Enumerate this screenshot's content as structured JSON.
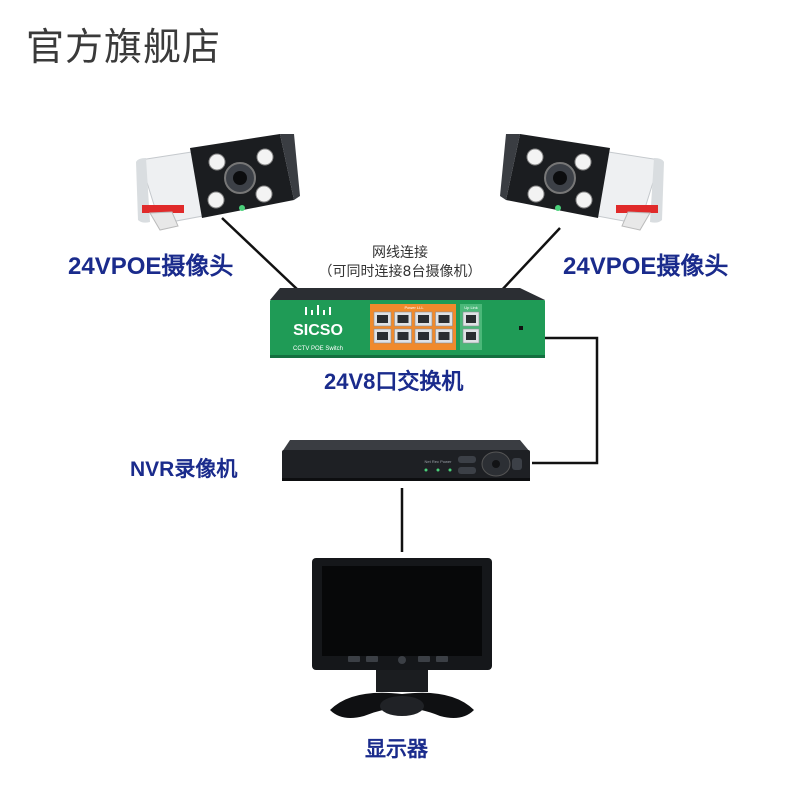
{
  "header": {
    "store_title": "官方旗舰店"
  },
  "devices": {
    "camera_left_label": "24VPOE摄像头",
    "camera_right_label": "24VPOE摄像头",
    "switch_label": "24V8口交换机",
    "nvr_label": "NVR录像机",
    "monitor_label": "显示器"
  },
  "connection_note": {
    "line1": "网线连接",
    "line2": "（可同时连接8台摄像机）"
  },
  "switch_panel": {
    "brand": "SICSO",
    "subtitle": "CCTV POE Switch",
    "poe_section": "Power  LLL",
    "uplink_section": "Up Link"
  },
  "nvr_panel": {
    "indicators": "Net  Rec  Power"
  },
  "colors": {
    "label_blue": "#1a2b8c",
    "switch_green": "#1f9b56",
    "port_orange": "#f08a2c",
    "wire": "#111111"
  }
}
